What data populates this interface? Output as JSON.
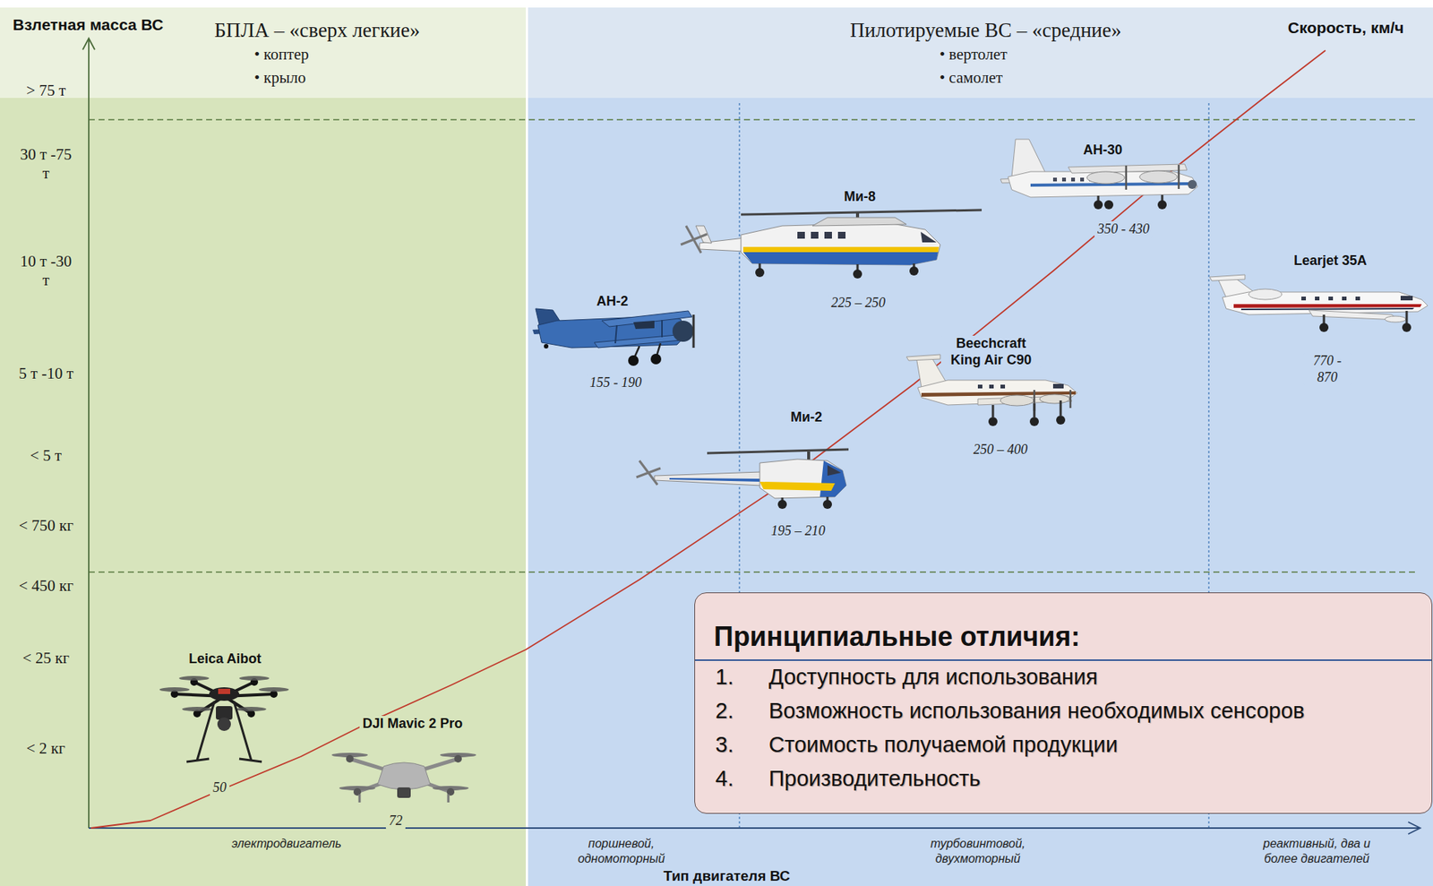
{
  "diagram": {
    "nodes": [
      {
        "text": [
          "БПЛА – «сверх легкие»",
          "• коптер",
          "• крыло"
        ]
      },
      {
        "text": [
          "Пилотируемые ВС – «средние»",
          "• вертолет",
          "• самолет"
        ]
      },
      {
        "text": [
          "Принципиальные отличия:",
          "1.",
          "Доступность для использования",
          "2.",
          "Возможность использования необходимых сенсоров",
          "3.",
          "Стоимость получаемой продукции",
          "4.",
          "Производительность"
        ],
        "in": 1
      }
    ],
    "labels": [
      "Взлетная масса ВС",
      "> 75 т",
      "30 т -75 т",
      "10 т -30 т",
      "5 т -10 т",
      "< 5 т",
      "< 750 кг",
      "< 450 кг",
      "< 25 кг",
      "< 2 кг",
      "Скорость, км/ч",
      "Leica Aibot",
      "50",
      "DJI Mavic 2 Pro",
      "72",
      "АН-2",
      "155 - 190",
      "Ми-8",
      "225 – 250",
      "АН-30",
      "350 - 430",
      "Learjet 35A",
      "770 - 870",
      "Beechcraft King Air C90",
      "250 – 400",
      "Ми-2",
      "195 – 210",
      "электродвигатель",
      "поршневой, одномоторный",
      "турбовинтовой, двухмоторный",
      "реактивный, два и более двигателей",
      "Тип двигателя ВС"
    ]
  }
}
